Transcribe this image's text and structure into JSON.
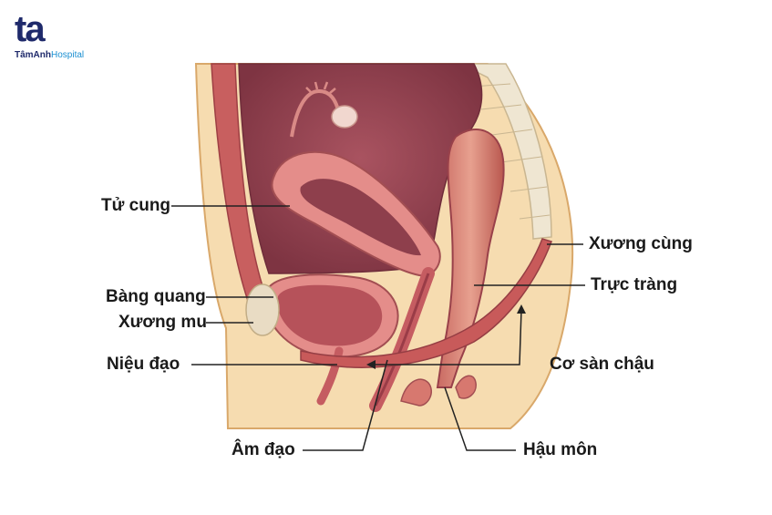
{
  "logo": {
    "mark": "ta",
    "name_a": "TâmAnh",
    "name_b": "Hospital"
  },
  "labels": {
    "uterus": "Tử cung",
    "bladder": "Bàng quang",
    "pubic_bone": "Xương mu",
    "urethra": "Niệu đạo",
    "vagina": "Âm đạo",
    "sacrum": "Xương cùng",
    "rectum": "Trực tràng",
    "pelvic_floor": "Cơ sàn chậu",
    "anus": "Hậu môn"
  },
  "colors": {
    "skin": "#f6dcb0",
    "skin_dark": "#e9b97a",
    "tissue": "#b6525a",
    "tissue_light": "#e48d8a",
    "cavity": "#8e3f4c",
    "brand": "#1f2a6b",
    "brand_accent": "#1a8fd1"
  }
}
